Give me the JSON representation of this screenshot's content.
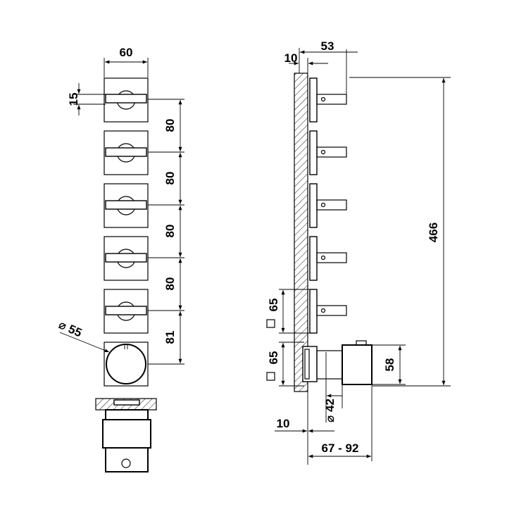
{
  "front_view": {
    "width_label": "60",
    "lever_label": "15",
    "spacing_labels": [
      "80",
      "80",
      "80",
      "80",
      "81"
    ],
    "diameter_label": "55",
    "diameter_symbol": "⌀"
  },
  "side_view": {
    "wall_label": "10",
    "depth_label": "53",
    "height_label": "466",
    "square1_label": "65",
    "square2_label": "65",
    "square_symbol": "□",
    "thermo_label": "58",
    "knob_label": "42",
    "diameter_symbol": "⌀",
    "bottom_wall_label": "10",
    "range_label": "67 - 92"
  }
}
